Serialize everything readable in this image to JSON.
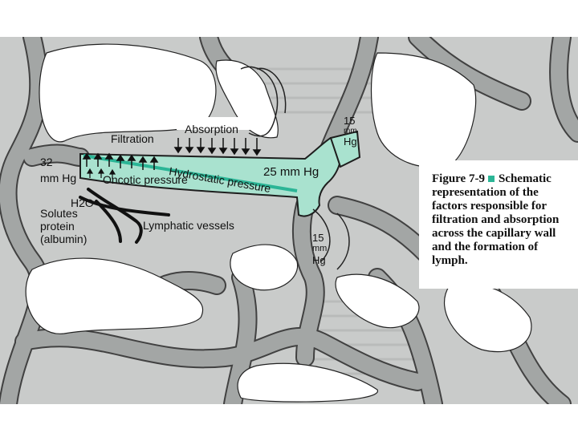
{
  "figure": {
    "labels": {
      "filtration": "Filtration",
      "absorption": "Absorption",
      "arterial_pressure_value": "32",
      "arterial_pressure_unit": "mm Hg",
      "oncotic_pressure": "Oncotic pressure",
      "hydrostatic_pressure": "Hydrostatic pressure",
      "mid_pressure": "25 mm Hg",
      "venous_pressure_value": "15",
      "venous_pressure_unit_1": "mm",
      "venous_pressure_unit_2": "Hg",
      "lower_pressure_value": "15",
      "lower_pressure_unit_1": "mm",
      "lower_pressure_unit_2": "Hg",
      "water": "H2O",
      "solutes_line1": "Solutes",
      "solutes_line2": "protein",
      "solutes_line3": "(albumin)",
      "lymphatic_vessels": "Lymphatic vessels"
    },
    "caption": {
      "number": "Figure 7-9",
      "text": "Schematic representation of the factors responsible for filtration and absorption across the capillary wall and the formation of lymph."
    },
    "colors": {
      "capillary_fill": "#a9e2cf",
      "pressure_line": "#2bb596",
      "background_tissue": "#c9cbca",
      "vessels": "#a3a6a5",
      "caption_marker": "#2bb596"
    }
  }
}
